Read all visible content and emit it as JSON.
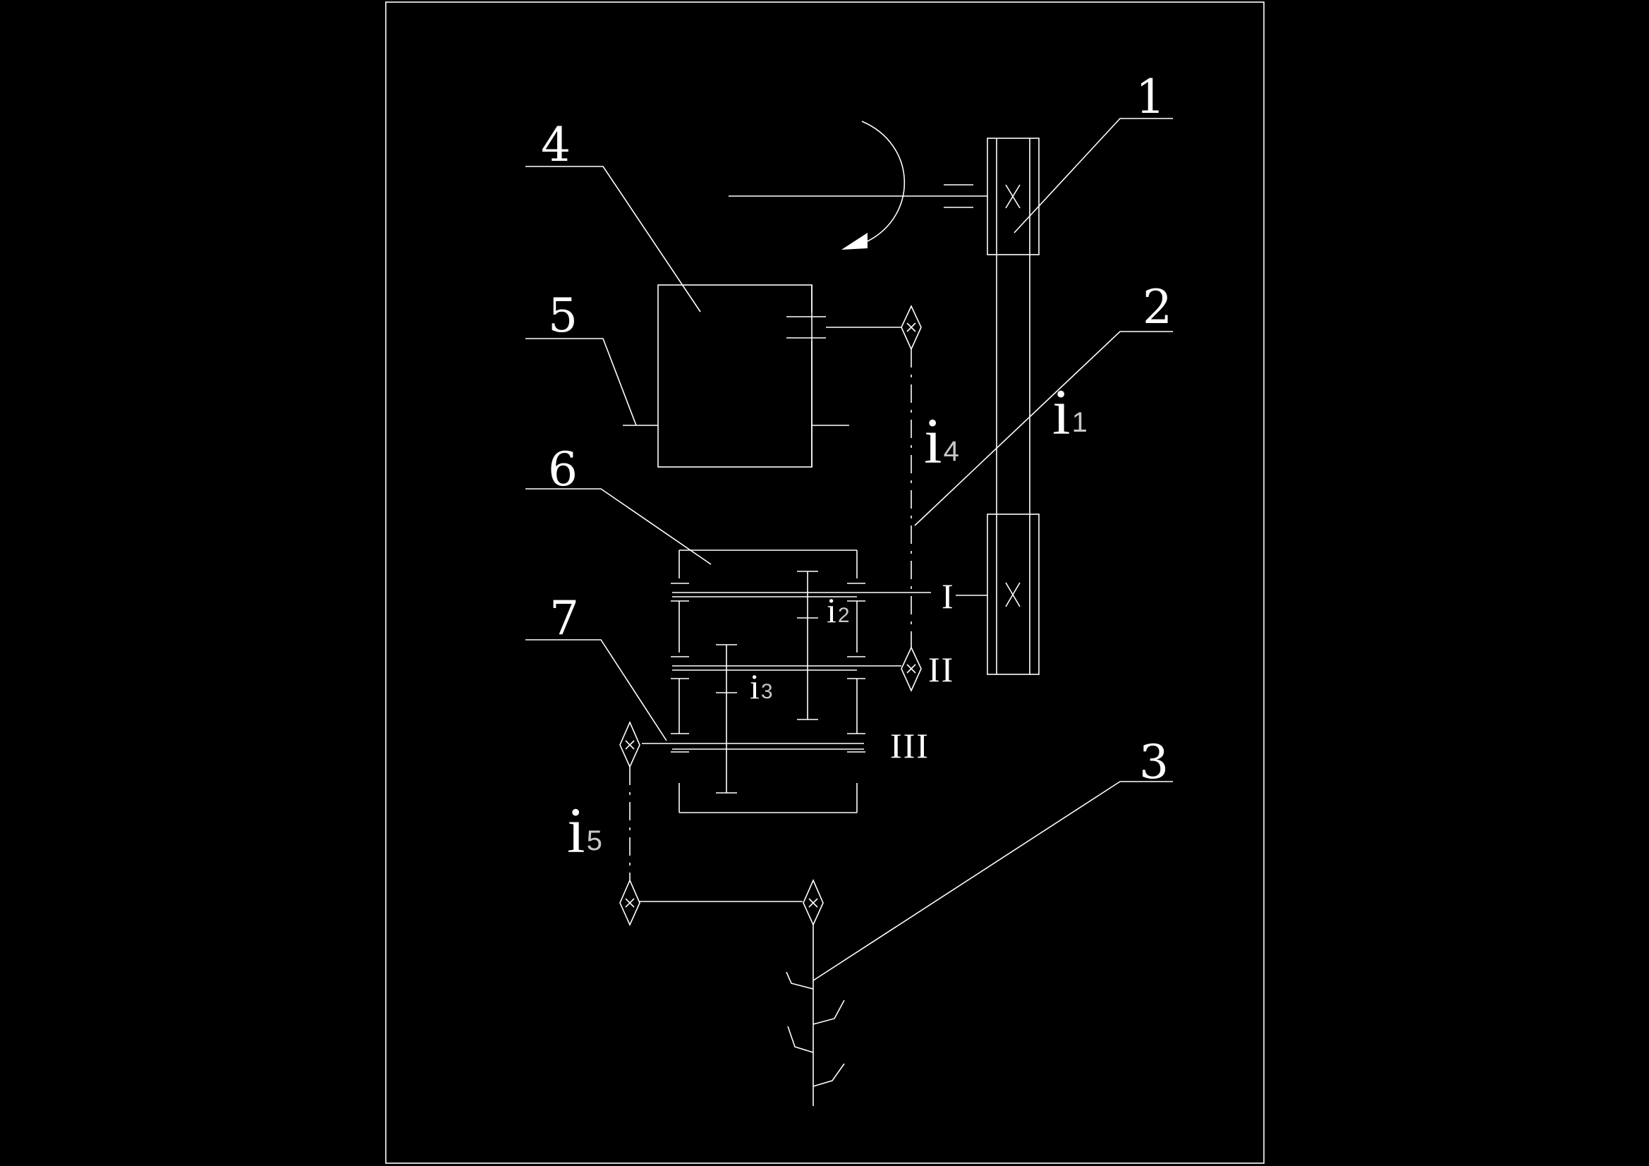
{
  "labels": {
    "n1": "1",
    "n2": "2",
    "n3": "3",
    "n4": "4",
    "n5": "5",
    "n6": "6",
    "n7": "7"
  },
  "shafts": {
    "s1": "I",
    "s2": "II",
    "s3": "III"
  },
  "ratios": {
    "i1": {
      "base": "i",
      "sub": "1"
    },
    "i2": {
      "base": "i",
      "sub": "2"
    },
    "i3": {
      "base": "i",
      "sub": "3"
    },
    "i4": {
      "base": "i",
      "sub": "4"
    },
    "i5": {
      "base": "i",
      "sub": "5"
    }
  },
  "colors": {
    "background": "#000000",
    "lines": "#ffffff"
  }
}
